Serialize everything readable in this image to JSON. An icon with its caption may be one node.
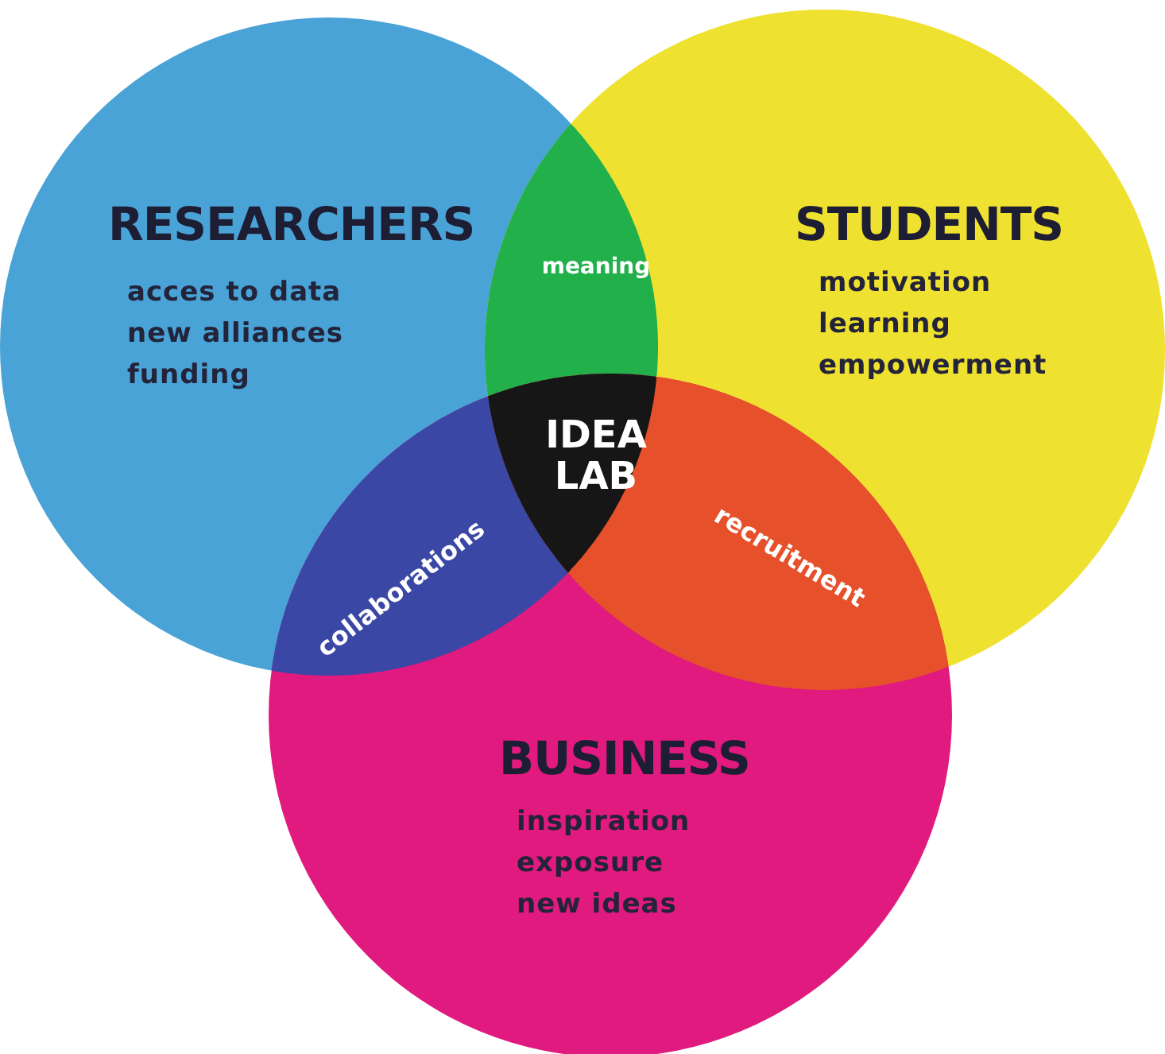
{
  "diagram": {
    "nodes": [
      {
        "text": [
          "RESEARCHERS",
          "acces to data",
          "new alliances",
          "funding"
        ]
      },
      {
        "text": [
          "STUDENTS",
          "motivation",
          "learning",
          "empowerment"
        ]
      },
      {
        "text": [
          "BUSINESS",
          "inspiration",
          "exposure",
          "new ideas"
        ]
      },
      {
        "text": [
          "meaning"
        ]
      },
      {
        "text": [
          "IDEA LAB"
        ]
      },
      {
        "text": [
          "collaborations"
        ]
      },
      {
        "text": [
          "recruitment"
        ]
      }
    ],
    "edges": []
  }
}
